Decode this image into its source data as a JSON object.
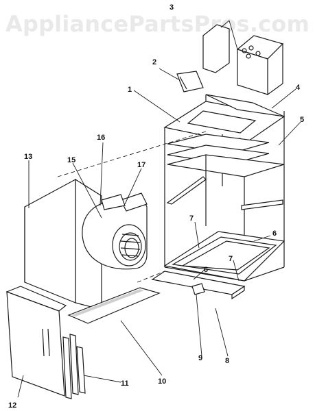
{
  "watermark": "AppliancePartsPros.com",
  "callouts": [
    {
      "id": "c1",
      "label": "1"
    },
    {
      "id": "c2",
      "label": "2"
    },
    {
      "id": "c3",
      "label": "3"
    },
    {
      "id": "c4",
      "label": "4"
    },
    {
      "id": "c5",
      "label": "5"
    },
    {
      "id": "c6a",
      "label": "6"
    },
    {
      "id": "c6b",
      "label": "6"
    },
    {
      "id": "c7a",
      "label": "7"
    },
    {
      "id": "c7b",
      "label": "7"
    },
    {
      "id": "c8",
      "label": "8"
    },
    {
      "id": "c9",
      "label": "9"
    },
    {
      "id": "c10",
      "label": "10"
    },
    {
      "id": "c11",
      "label": "11"
    },
    {
      "id": "c12",
      "label": "12"
    },
    {
      "id": "c13",
      "label": "13"
    },
    {
      "id": "c15",
      "label": "15"
    },
    {
      "id": "c16",
      "label": "16"
    },
    {
      "id": "c17",
      "label": "17"
    }
  ],
  "colors": {
    "line": "#1a1a1a",
    "watermark": "#e9e9e9",
    "background": "#ffffff"
  }
}
